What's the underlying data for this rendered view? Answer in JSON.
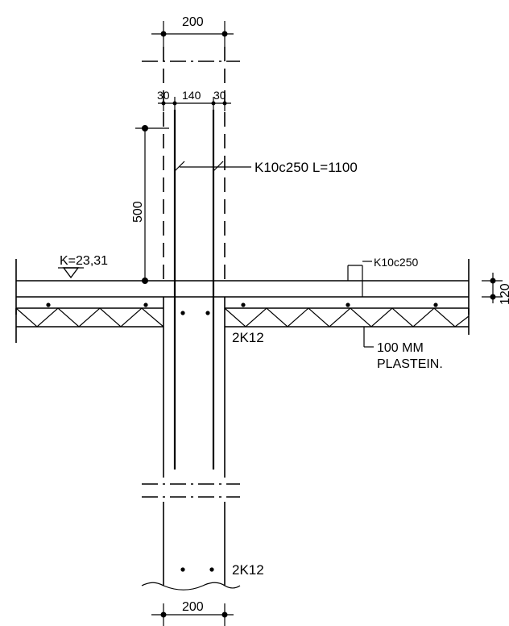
{
  "drawing": {
    "dim_top_width": "200",
    "dim_cover_left": "30",
    "dim_core": "140",
    "dim_cover_right": "30",
    "dim_anchor_length": "500",
    "label_wall_bar": "K10c250 L=1100",
    "label_level": "K=23,31",
    "label_slab_bar": "K10c250",
    "dim_slab_thickness": "120",
    "label_top_rebar": "2K12",
    "label_insulation_line1": "100 MM",
    "label_insulation_line2": "PLASTEIN.",
    "label_bottom_rebar": "2K12",
    "dim_bottom_width": "200"
  }
}
